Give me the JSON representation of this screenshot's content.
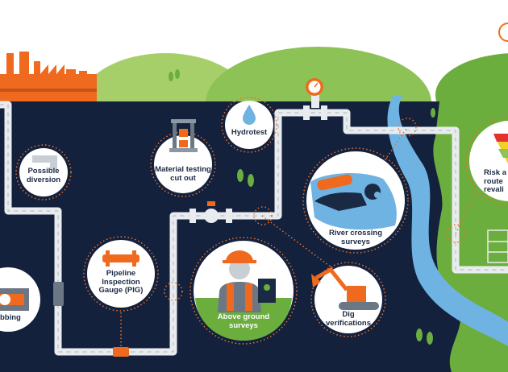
{
  "stations": {
    "possible_diversion": "Possible diversion",
    "material_testing": "Material testing cut out",
    "hydrotest": "Hydrotest",
    "pig": "Pipeline Inspection Gauge (PIG)",
    "above_ground": "Above ground surveys",
    "dig_verifications": "Dig verifications",
    "river_crossing": "River crossing surveys",
    "risk_partial": "Risk a route revali",
    "bbing_partial": "bbing"
  },
  "colors": {
    "navy": "#14213d",
    "pipe": "#e9ecef",
    "orange": "#ef6a1e",
    "dot": "#e8722a",
    "river": "#6fb3e3",
    "hill_light": "#a6cf6a",
    "hill_dark": "#6cae3e",
    "text": "#1b2a44"
  },
  "icons": [
    "factory-icon",
    "water-drop-icon",
    "pressure-gauge-icon",
    "pig-icon",
    "diver-icon",
    "surveyor-icon",
    "excavator-icon",
    "risk-gauge-icon",
    "tree-icon",
    "storage-tank-icon"
  ]
}
